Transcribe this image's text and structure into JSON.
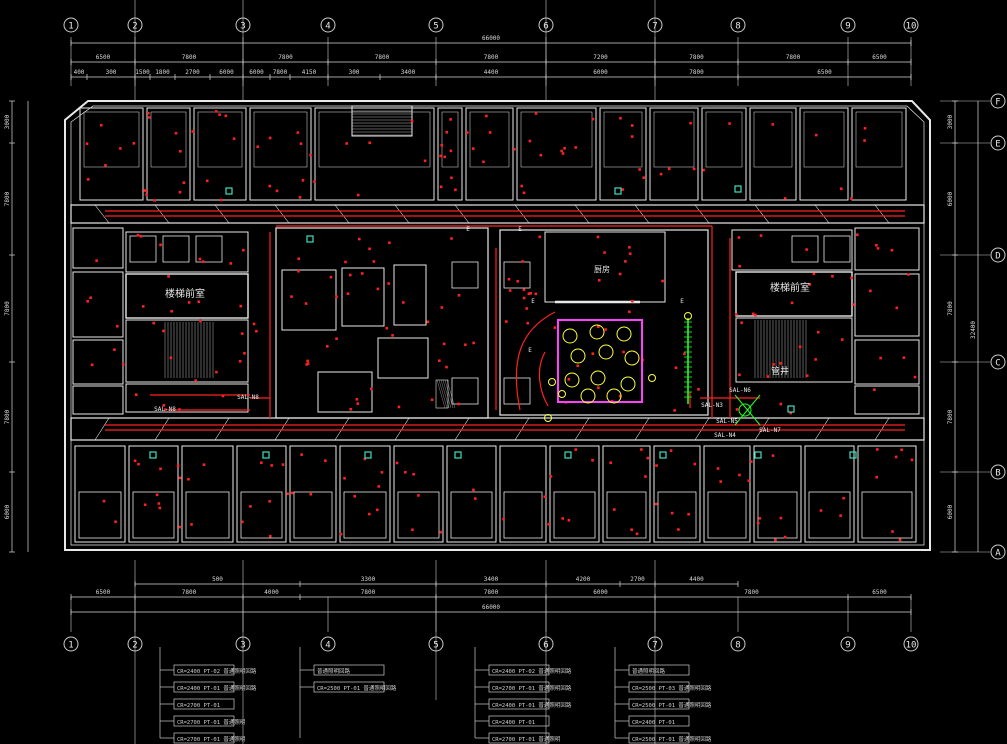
{
  "grid": {
    "columns": [
      "1",
      "2",
      "3",
      "4",
      "5",
      "6",
      "7",
      "8",
      "9",
      "10"
    ],
    "rows": [
      "F",
      "E",
      "D",
      "C",
      "B",
      "A"
    ]
  },
  "dims": {
    "top_total": "66000",
    "top_span": [
      "6500",
      "7800",
      "7800",
      "7800",
      "7800",
      "7200",
      "7800",
      "7800",
      "6500"
    ],
    "top_sub": [
      "400",
      "300",
      "1500",
      "1800",
      "2700",
      "6000",
      "6000",
      "7800",
      "4150",
      "300",
      "3400",
      "4400",
      "6000",
      "7800",
      "6500"
    ],
    "bottom_total": "66000",
    "bottom_span": [
      "6500",
      "7800",
      "4000",
      "7800",
      "7800",
      "6000",
      "7800",
      "6500"
    ],
    "bottom_sub": [
      "500",
      "3300",
      "3400",
      "4200",
      "2700",
      "4400"
    ],
    "left": [
      "3000",
      "7800",
      "7800",
      "7800",
      "6000"
    ],
    "right": [
      "3000",
      "6000",
      "7800",
      "7800",
      "6000"
    ],
    "right_total": "32400"
  },
  "room_labels": {
    "left_room": "楼梯前室",
    "right_room": "楼梯前室",
    "kitchen": "厨房",
    "shaft": "管井"
  },
  "equipment_tags": [
    "SAL-N8",
    "SAL-N8",
    "SAL-N6",
    "SAL-N3",
    "SAL-N5",
    "SAL-N4",
    "SAL-N7",
    "E",
    "E",
    "E",
    "E",
    "E"
  ],
  "legend": {
    "groups": [
      {
        "rows": [
          "CR=2400 PT-02 普通照明回路",
          "CR=2400 PT-01 普通照明回路",
          "CR=2700 PT-01",
          "CR=2700 PT-01 普通照明",
          "CR=2700 PT-01 普通照明"
        ]
      },
      {
        "rows": [
          "普通照明回路",
          "CR=2500 PT-01 普通照明回路"
        ]
      },
      {
        "rows": [
          "CR=2400 PT-02 普通照明回路",
          "CR=2700 PT-01 普通照明回路",
          "CR=2400 PT-01 普通照明回路",
          "CR=2400 PT-01",
          "CR=2700 PT-01 普通照明"
        ]
      },
      {
        "rows": [
          "普通照明回路",
          "CR=2500 PT-03 普通照明回路",
          "CR=2500 PT-01 普通照明回路",
          "CR=2400 PT-01",
          "CR=2500 PT-01 普通照明回路"
        ]
      }
    ]
  },
  "colors": {
    "background": "#000000",
    "wall": "#e8e8e8",
    "circuit": "#ff2020",
    "gridline": "#cccccc",
    "dimension": "#d8d8d8",
    "accent_green": "#20ff20",
    "accent_yellow": "#ffff40",
    "accent_magenta": "#ff40ff",
    "accent_cyan": "#40e0c0"
  }
}
